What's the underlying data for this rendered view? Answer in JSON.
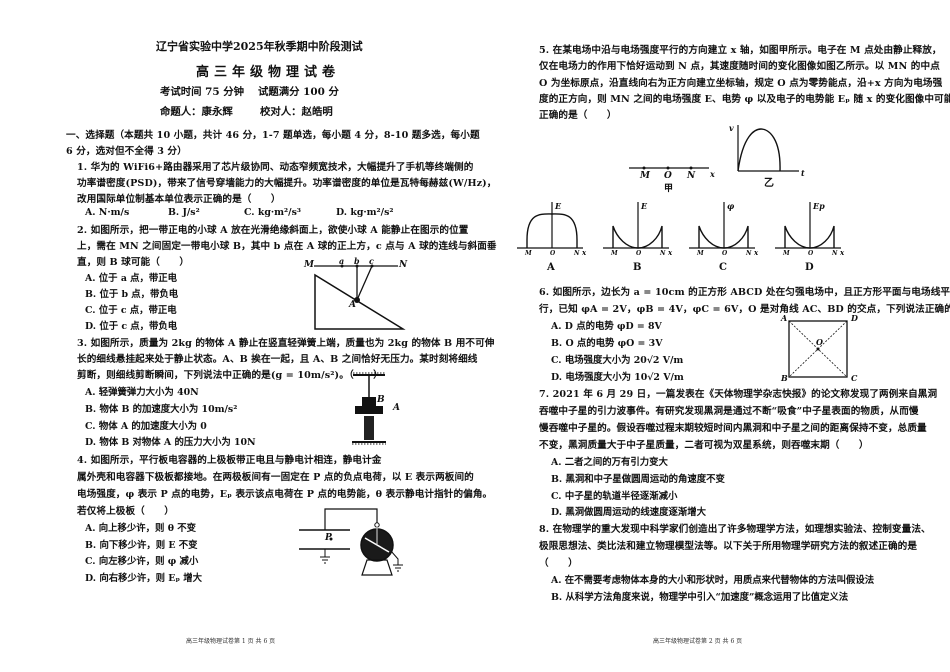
{
  "left_page": {
    "header": {
      "school_title": "辽宁省实验中学2025年秋季期中阶段测试",
      "exam_title": "高三年级物理试卷",
      "exam_time": "考试时间 75 分钟",
      "full_score": "试题满分 100 分",
      "author": "命题人：康永辉",
      "proofreader": "校对人：赵皓明"
    },
    "section": {
      "line1": "一、选择题（本题共 10 小题，共计 46 分，1-7 题单选，每小题 4 分，8-10 题多选，每小题",
      "line2": "6 分，选对但不全得 3 分）"
    },
    "q1": {
      "lines": [
        "1. 华为的 WiFi6+路由器采用了芯片级协同、动态窄频宽技术，大幅提升了手机等终端侧的",
        "功率谱密度(PSD)，带来了信号穿墙能力的大幅提升。功率谱密度的单位是瓦特每赫兹(W/Hz)，",
        "改用国际单位制基本单位表示正确的是（　　）"
      ],
      "options": [
        "A. N·m/s",
        "B. J/s²",
        "C. kg·m²/s³",
        "D. kg·m²/s²"
      ]
    },
    "q2": {
      "lines": [
        "2. 如图所示，把一带正电的小球 A 放在光滑绝缘斜面上，欲使小球 A 能静止在图示的位置",
        "上，需在 MN 之间固定一带电小球 B，其中 b 点在 A 球的正上方，c 点与 A 球的连线与斜面垂",
        "直，则 B 球可能（　　）"
      ],
      "options": [
        "A. 位于 a 点，带正电",
        "B. 位于 b 点，带负电",
        "C. 位于 c 点，带正电",
        "D. 位于 c 点，带负电"
      ],
      "figure_labels": {
        "M": "M",
        "N": "N",
        "a": "a",
        "b": "b",
        "c": "c",
        "A": "A"
      }
    },
    "q3": {
      "lines": [
        "3. 如图所示，质量为 2kg 的物体 A 静止在竖直轻弹簧上端，质量也为 2kg 的物体 B 用不可伸",
        "长的细线悬挂起来处于静止状态。A、B 挨在一起，且 A、B 之间恰好无压力。某时刻将细线",
        "剪断，则细线剪断瞬间，下列说法中正确的是(g = 10m/s²)。（　　）"
      ],
      "options": [
        "A. 轻弹簧弹力大小为 40N",
        "B. 物体 B 的加速度大小为 10m/s²",
        "C. 物体 A 的加速度大小为 0",
        "D. 物体 B 对物体 A 的压力大小为 10N"
      ],
      "figure_labels": {
        "B": "B",
        "A": "A"
      }
    },
    "q4": {
      "lines": [
        "4. 如图所示，平行板电容器的上极板带正电且与静电计相连，静电计金",
        "属外壳和电容器下极板都接地。在两极板间有一固定在 P 点的负点电荷，以 E 表示两板间的",
        "电场强度，φ 表示 P 点的电势，Eₚ 表示该点电荷在 P 点的电势能，θ 表示静电计指针的偏角。",
        "若仅将上极板（　　）"
      ],
      "options": [
        "A. 向上移少许，则 θ 不变",
        "B. 向下移少许，则 E 不变",
        "C. 向左移少许，则 φ 减小",
        "D. 向右移少许，则 Eₚ 增大"
      ],
      "figure_labels": {
        "P": "P"
      }
    },
    "footer": "高三年级物理试卷第 1 页 共 6 页"
  },
  "right_page": {
    "q5": {
      "lines": [
        "5. 在某电场中沿与电场强度平行的方向建立 x 轴，如图甲所示。电子在 M 点处由静止释放，",
        "仅在电场力的作用下恰好运动到 N 点，其速度随时间的变化图像如图乙所示。以 MN 的中点",
        "O 为坐标原点，沿直线向右为正方向建立坐标轴，规定 O 点为零势能点，沿+x 方向为电场强",
        "度的正方向，则 MN 之间的电场强度 E、电势 φ 以及电子的电势能 Eₚ 随 x 的变化图像中可能",
        "正确的是（　　）"
      ],
      "fig_jia": {
        "M": "M",
        "O": "O",
        "N": "N",
        "x": "x",
        "caption": "甲"
      },
      "fig_yi": {
        "v": "v",
        "t": "t",
        "caption": "乙"
      },
      "graphs": [
        {
          "label": "A",
          "yaxis": "E",
          "M": "M",
          "O": "O",
          "N": "N",
          "x": "x"
        },
        {
          "label": "B",
          "yaxis": "E",
          "M": "M",
          "O": "O",
          "N": "N",
          "x": "x"
        },
        {
          "label": "C",
          "yaxis": "φ",
          "M": "M",
          "O": "O",
          "N": "N",
          "x": "x"
        },
        {
          "label": "D",
          "yaxis": "Ep",
          "M": "M",
          "O": "O",
          "N": "N",
          "x": "x"
        }
      ]
    },
    "q6": {
      "lines": [
        "6. 如图所示，边长为 a = 10cm 的正方形 ABCD 处在匀强电场中，且正方形平面与电场线平",
        "行，已知 φA = 2V，φB = 4V，φC = 6V，O 是对角线 AC、BD 的交点，下列说法正确的是（　　）"
      ],
      "options": [
        "A. D 点的电势 φD = 8V",
        "B. O 点的电势 φO = 3V",
        "C. 电场强度大小为 20√2 V/m",
        "D. 电场强度大小为 10√2 V/m"
      ],
      "figure_labels": {
        "A": "A",
        "B": "B",
        "C": "C",
        "D": "D",
        "O": "O"
      }
    },
    "q7": {
      "lines": [
        "7. 2021 年 6 月 29 日，一篇发表在《天体物理学杂志快报》的论文称发现了两例来自黑洞",
        "吞噬中子星的引力波事件。有研究发现黑洞是通过不断“吸食”中子星表面的物质，从而慢",
        "慢吞噬中子星的。假设吞噬过程末期较短时间内黑洞和中子星之间的距离保持不变，总质量",
        "不变，黑洞质量大于中子星质量，二者可视为双星系统，则吞噬末期（　　）"
      ],
      "options": [
        "A. 二者之间的万有引力变大",
        "B. 黑洞和中子星做圆周运动的角速度不变",
        "C. 中子星的轨道半径逐渐减小",
        "D. 黑洞做圆周运动的线速度逐渐增大"
      ]
    },
    "q8": {
      "lines": [
        "8. 在物理学的重大发现中科学家们创造出了许多物理学方法，如理想实验法、控制变量法、",
        "极限思想法、类比法和建立物理模型法等。以下关于所用物理学研究方法的叙述正确的是",
        "（　　）"
      ],
      "options": [
        "A. 在不需要考虑物体本身的大小和形状时，用质点来代替物体的方法叫假设法",
        "B. 从科学方法角度来说，物理学中引入“加速度”概念运用了比值定义法"
      ]
    },
    "footer": "高三年级物理试卷第 2 页 共 6 页"
  }
}
